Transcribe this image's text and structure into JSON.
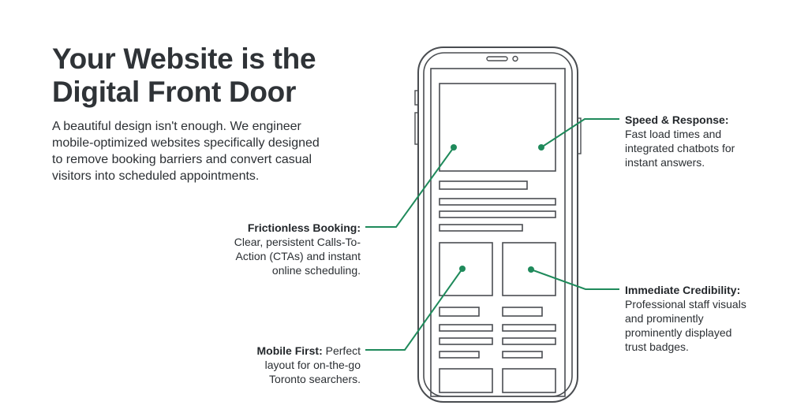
{
  "headline": {
    "line1": "Your Website is the",
    "line2": "Digital Front Door"
  },
  "intro": {
    "lines": [
      "A beautiful design isn't enough. We engineer",
      "mobile-optimized websites specifically designed",
      "to remove booking barriers and convert casual",
      "visitors into scheduled appointments."
    ]
  },
  "callouts": {
    "speed": {
      "heading": "Speed & Response:",
      "lines": [
        "Fast load times and",
        "integrated chatbots for",
        "instant answers."
      ]
    },
    "booking": {
      "heading": "Frictionless Booking:",
      "lines": [
        "Clear, persistent Calls-To-",
        "Action (CTAs) and instant",
        "online scheduling."
      ]
    },
    "credibility": {
      "heading": "Immediate Credibility:",
      "lines": [
        "Professional staff visuals",
        "and prominently",
        "prominently displayed",
        "trust badges."
      ]
    },
    "mobile": {
      "heading": "Mobile First:",
      "first_line_rest": " Perfect",
      "lines": [
        "layout for on-the-go",
        "Toronto searchers."
      ]
    }
  },
  "colors": {
    "accent": "#1f8a5b",
    "outline": "#4a4d51",
    "text": "#2b2f33"
  }
}
